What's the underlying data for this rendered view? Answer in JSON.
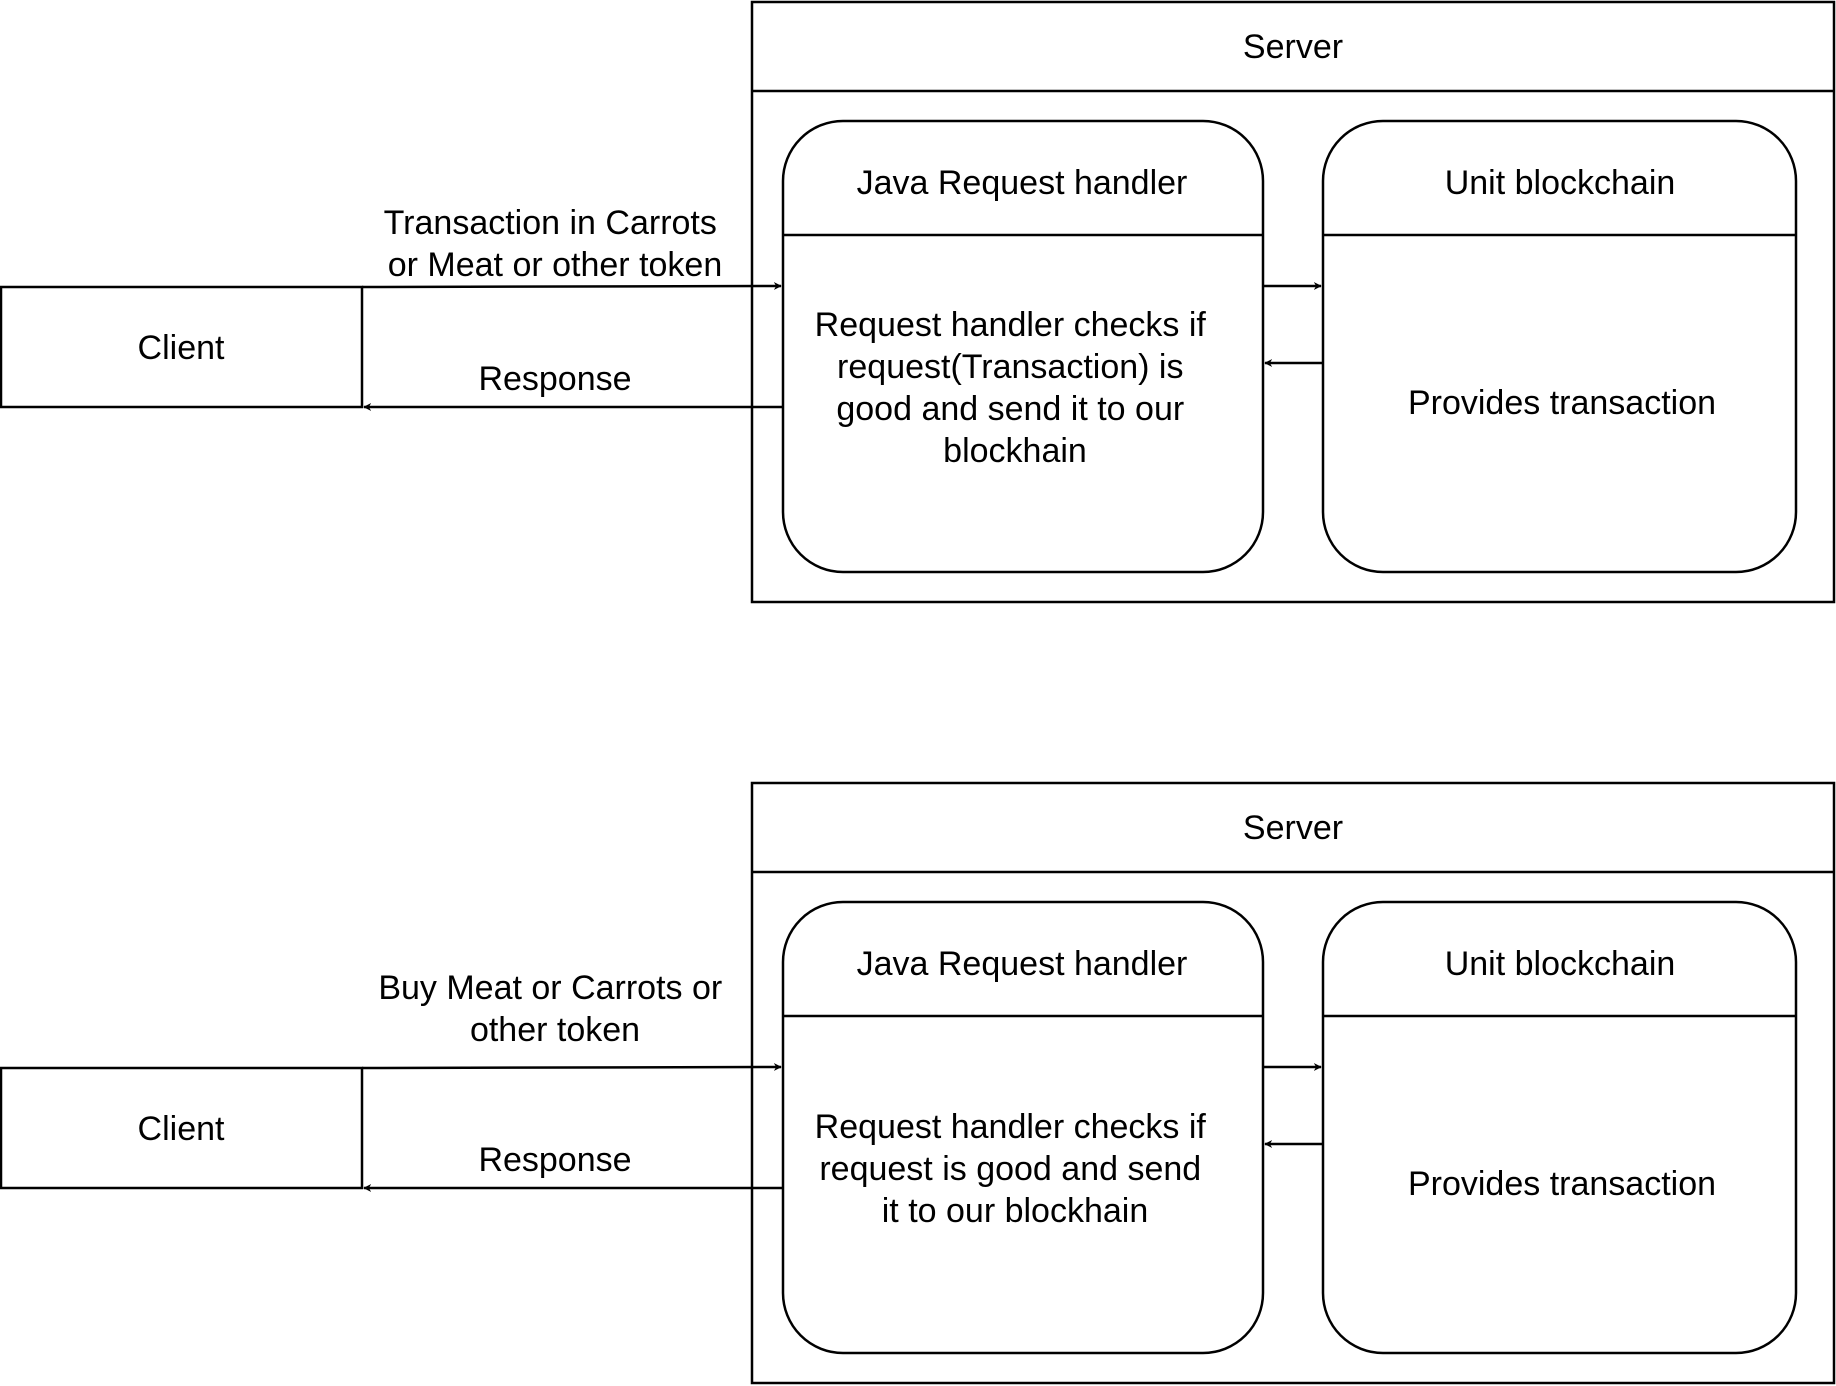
{
  "diagrams": [
    {
      "server": {
        "title": "Server"
      },
      "client": {
        "label": "Client"
      },
      "request_handler": {
        "title": "Java Request handler",
        "body": [
          "Request handler checks if",
          "request(Transaction) is",
          "good and send it to our",
          "blockhain"
        ]
      },
      "blockchain": {
        "title": "Unit blockchain",
        "body": [
          "Provides transaction"
        ]
      },
      "request_edge": {
        "label": [
          "Transaction in Carrots",
          "or Meat or other token"
        ]
      },
      "response_edge": {
        "label": [
          "Response"
        ]
      }
    },
    {
      "server": {
        "title": "Server"
      },
      "client": {
        "label": "Client"
      },
      "request_handler": {
        "title": "Java Request handler",
        "body": [
          "Request handler checks if",
          "request is good and send",
          "it to our blockhain"
        ]
      },
      "blockchain": {
        "title": "Unit blockchain",
        "body": [
          "Provides transaction"
        ]
      },
      "request_edge": {
        "label": [
          "Buy Meat or Carrots or",
          "other token"
        ]
      },
      "response_edge": {
        "label": [
          "Response"
        ]
      }
    }
  ]
}
